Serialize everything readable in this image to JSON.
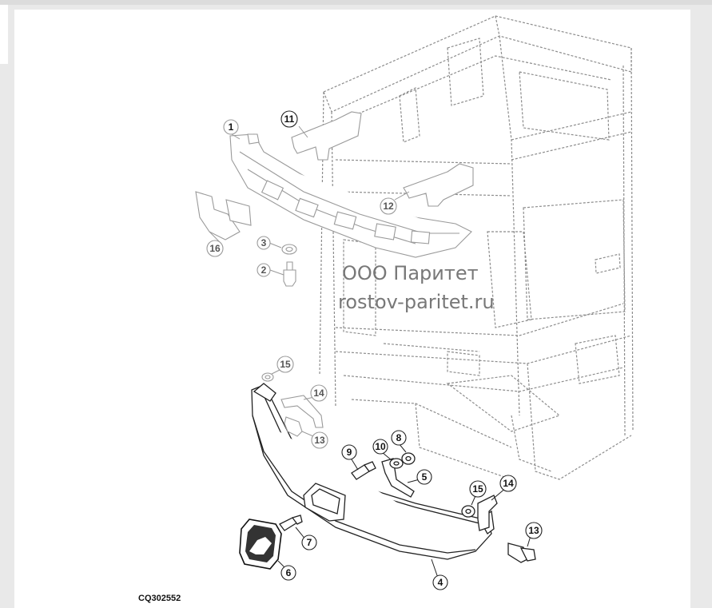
{
  "diagram": {
    "code": "CQ302552",
    "watermark": {
      "line1": "ООО Паритет",
      "line2": "rostov-paritet.ru"
    },
    "callouts": [
      "1",
      "2",
      "3",
      "4",
      "5",
      "6",
      "7",
      "8",
      "9",
      "10",
      "11",
      "12",
      "13",
      "13",
      "14",
      "14",
      "15",
      "15",
      "16"
    ]
  }
}
